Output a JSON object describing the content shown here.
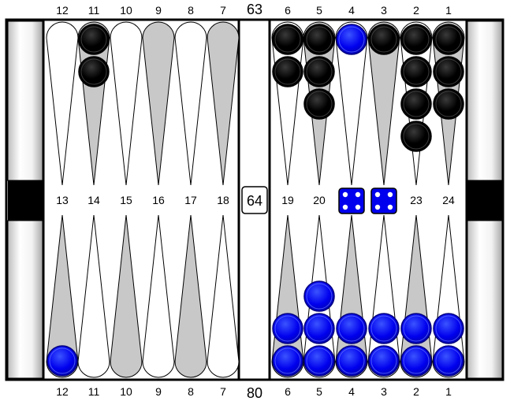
{
  "board": {
    "top_numbers_left": [
      "12",
      "11",
      "10",
      "9",
      "8",
      "7"
    ],
    "top_numbers_right": [
      "6",
      "5",
      "4",
      "3",
      "2",
      "1"
    ],
    "mid_numbers_left": [
      "13",
      "14",
      "15",
      "16",
      "17",
      "18"
    ],
    "mid_numbers_right": [
      "19",
      "20",
      "23",
      "24"
    ],
    "bottom_numbers_left": [
      "12",
      "11",
      "10",
      "9",
      "8",
      "7"
    ],
    "bottom_numbers_right": [
      "6",
      "5",
      "4",
      "3",
      "2",
      "1"
    ],
    "pip_top": "63",
    "pip_bottom": "80",
    "cube_value": "64",
    "dice": [
      4,
      4
    ],
    "colors": {
      "black_checker": "#000000",
      "blue_checker": "#0000ee",
      "point_light": "#ffffff",
      "point_dark": "#c8c8c8",
      "frame": "#000000",
      "bar_block": "#000000",
      "die_face": "#0000ee",
      "die_pip": "#ffffff"
    },
    "checkers": [
      {
        "point": 11,
        "color": "black",
        "count": 2
      },
      {
        "point": 6,
        "color": "black",
        "count": 2
      },
      {
        "point": 5,
        "color": "black",
        "count": 3
      },
      {
        "point": 4,
        "color": "blue",
        "count": 1
      },
      {
        "point": 3,
        "color": "black",
        "count": 1
      },
      {
        "point": 2,
        "color": "black",
        "count": 4
      },
      {
        "point": 1,
        "color": "black",
        "count": 3
      },
      {
        "point": 13,
        "color": "blue",
        "count": 1
      },
      {
        "point": 19,
        "color": "blue",
        "count": 2
      },
      {
        "point": 20,
        "color": "blue",
        "count": 3
      },
      {
        "point": 21,
        "color": "blue",
        "count": 2
      },
      {
        "point": 22,
        "color": "blue",
        "count": 2
      },
      {
        "point": 23,
        "color": "blue",
        "count": 2
      },
      {
        "point": 24,
        "color": "blue",
        "count": 2
      }
    ]
  }
}
